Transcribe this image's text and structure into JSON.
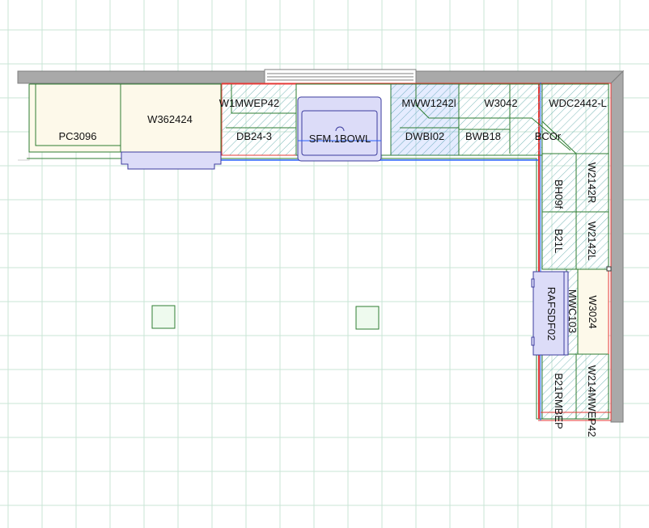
{
  "colors": {
    "grid": "#c8e6d6",
    "wall": "#a9a9a9",
    "wall_edge": "#7f7f7f",
    "cabinet_fill": "#fdf9ea",
    "cabinet_stroke": "#2e7d32",
    "hatch": "#7ab8b8",
    "appliance_fill": "#dcdcf8",
    "appliance_stroke": "#3b3b9e",
    "red_line": "#e53935",
    "blue_line": "#2962ff",
    "square_fill": "#eefaee",
    "label": "#111111"
  },
  "labels": {
    "pc3096": "PC3096",
    "w362424": "W362424",
    "w1mwep42": "W1MWEP42",
    "db24_3": "DB24-3",
    "sfm_1bowl": "SFM.1BOWL",
    "mww1242": "MWW1242l",
    "w3042": "W3042",
    "wdc2442l": "WDC2442-L",
    "dwbi02": "DWBI02",
    "bwb18": "BWB18",
    "bco": "BCOr",
    "bh09": "BH09f",
    "w2142r": "W2142R",
    "b21l": "B21L",
    "w2142l": "W2142L",
    "rafsdf02": "RAFSDF02",
    "mwc103": "MWC103",
    "w3024": "W3024",
    "b21rmbep": "B21RMBEP",
    "w214mwep42": "W214MWEP42"
  }
}
